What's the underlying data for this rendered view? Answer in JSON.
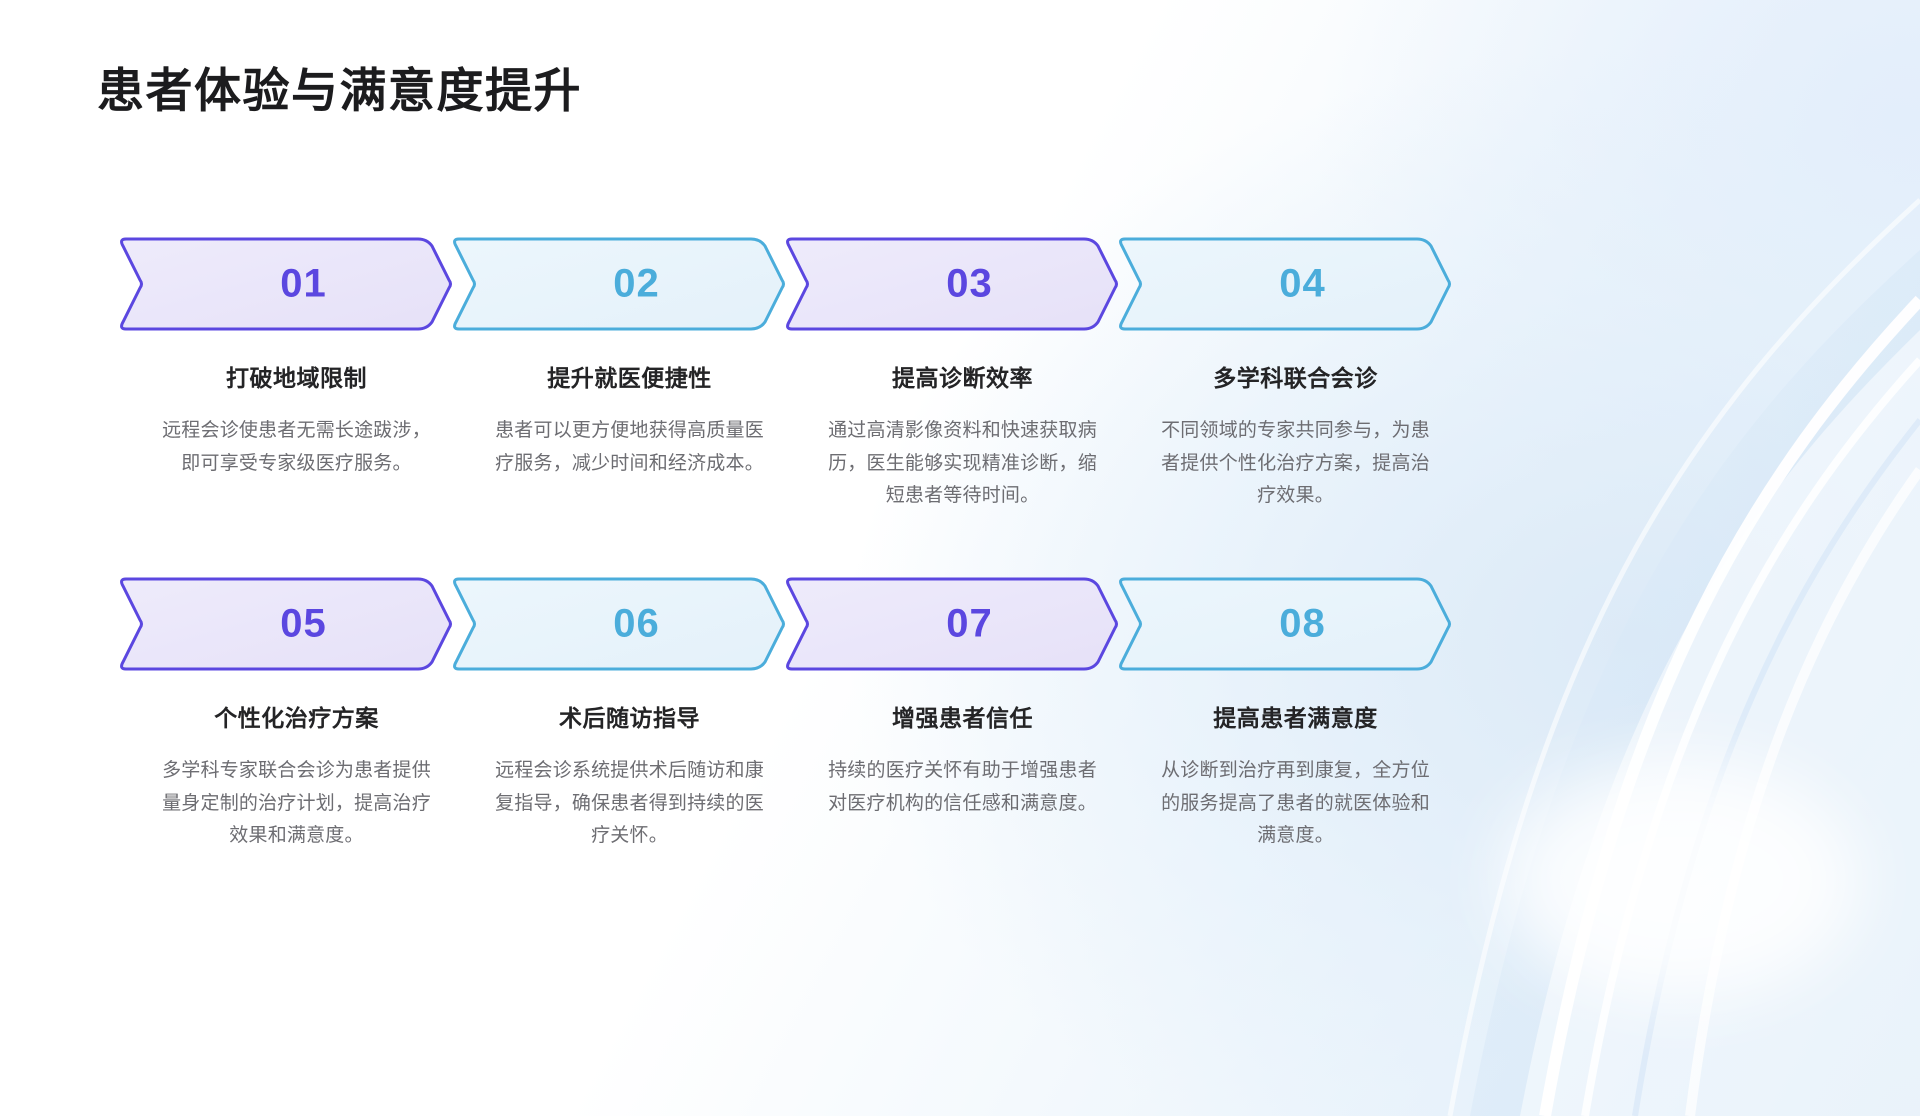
{
  "slide": {
    "title": "患者体验与满意度提升"
  },
  "theme": {
    "purple_border": "#5b47e0",
    "purple_fill": "#ebe8fa",
    "blue_border": "#4baddb",
    "blue_fill": "#e9f4fb",
    "title_color": "#1c1c1e",
    "card_title_color": "#242426",
    "desc_color": "#6d6d72",
    "background": "#ffffff"
  },
  "cards": [
    {
      "number": "01",
      "color": "purple",
      "title": "打破地域限制",
      "desc": "远程会诊使患者无需长途跋涉，即可享受专家级医疗服务。"
    },
    {
      "number": "02",
      "color": "blue",
      "title": "提升就医便捷性",
      "desc": "患者可以更方便地获得高质量医疗服务，减少时间和经济成本。"
    },
    {
      "number": "03",
      "color": "purple",
      "title": "提高诊断效率",
      "desc": "通过高清影像资料和快速获取病历，医生能够实现精准诊断，缩短患者等待时间。"
    },
    {
      "number": "04",
      "color": "blue",
      "title": "多学科联合会诊",
      "desc": "不同领域的专家共同参与，为患者提供个性化治疗方案，提高治疗效果。"
    },
    {
      "number": "05",
      "color": "purple",
      "title": "个性化治疗方案",
      "desc": "多学科专家联合会诊为患者提供量身定制的治疗计划，提高治疗效果和满意度。"
    },
    {
      "number": "06",
      "color": "blue",
      "title": "术后随访指导",
      "desc": "远程会诊系统提供术后随访和康复指导，确保患者得到持续的医疗关怀。"
    },
    {
      "number": "07",
      "color": "purple",
      "title": "增强患者信任",
      "desc": "持续的医疗关怀有助于增强患者对医疗机构的信任感和满意度。"
    },
    {
      "number": "08",
      "color": "blue",
      "title": "提高患者满意度",
      "desc": "从诊断到治疗再到康复，全方位的服务提高了患者的就医体验和满意度。"
    }
  ]
}
